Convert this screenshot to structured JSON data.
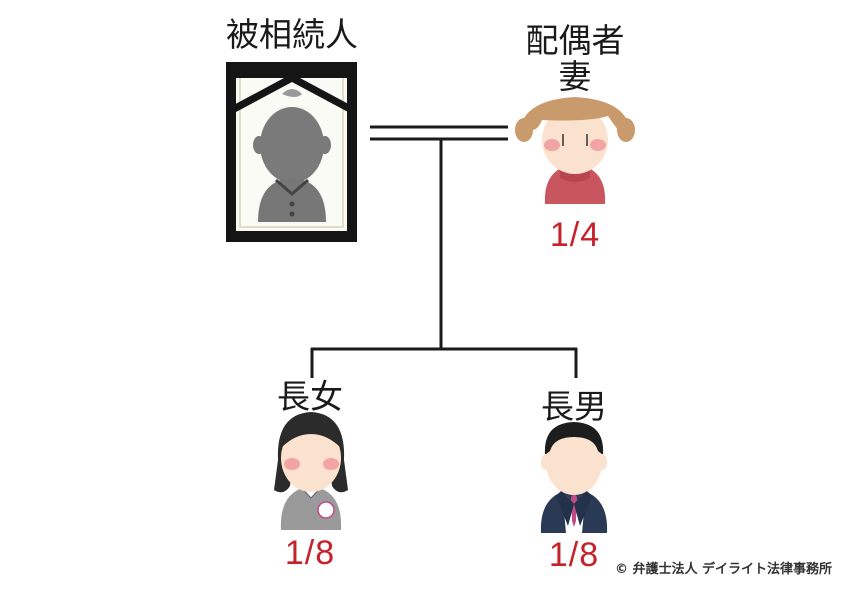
{
  "deceased": {
    "label": "被相続人"
  },
  "spouse": {
    "label_line1": "配偶者",
    "label_line2": "妻",
    "share": "1/4"
  },
  "eldest_daughter": {
    "label": "長女",
    "share": "1/8"
  },
  "eldest_son": {
    "label": "長男",
    "share": "1/8"
  },
  "credit": "© 弁護士法人 デイライト法律事務所",
  "colors": {
    "share_text": "#c8202a",
    "line": "#1a1a1a",
    "frame": "#111111",
    "spouse_sweater": "#c9555f",
    "spouse_hair": "#c99a6b",
    "son_suit": "#2a3a55",
    "son_tie": "#c24b86",
    "daughter_jacket": "#9a9a9a",
    "skin": "#fbe2cf",
    "cheek": "#f2a3a3"
  }
}
